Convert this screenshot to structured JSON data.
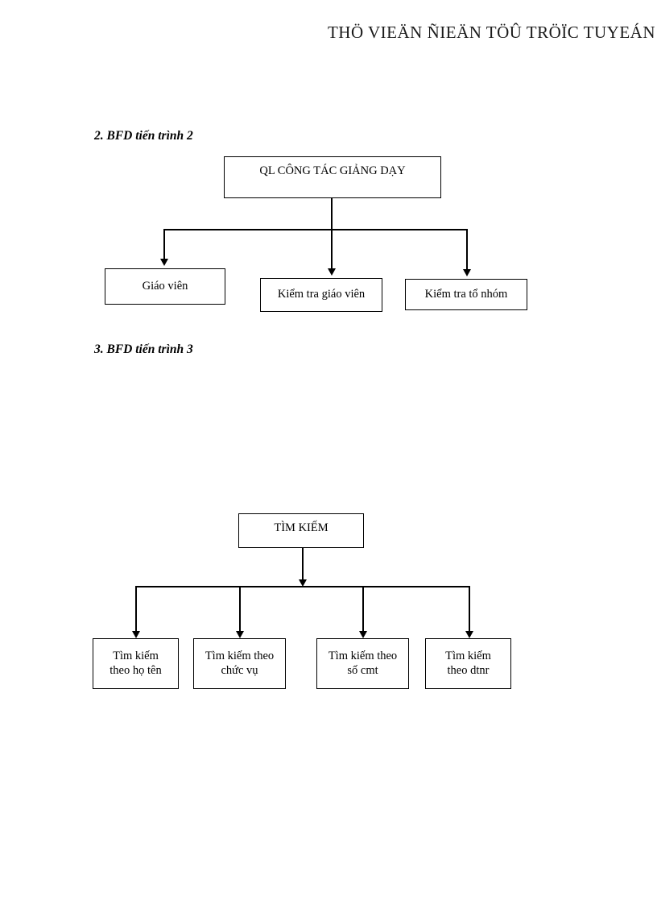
{
  "header": {
    "title": "THÖ VIEÄN ÑIEÄN TÖÛ TRÖÏC TUYEÁN"
  },
  "sections": [
    {
      "id": "section-2",
      "heading": "2. BFD tiến  trình 2",
      "diagram": {
        "root": {
          "label": "QL CÔNG TÁC GIẢNG DẠY"
        },
        "children": [
          {
            "label": "Giáo viên"
          },
          {
            "label": "Kiểm tra giáo viên"
          },
          {
            "label": "Kiểm tra tổ nhóm"
          }
        ]
      }
    },
    {
      "id": "section-3",
      "heading": "3. BFD tiến trình 3",
      "diagram": {
        "root": {
          "label": "TÌM KIẾM"
        },
        "children": [
          {
            "label": "Tìm kiếm\ntheo họ tên"
          },
          {
            "label": "Tìm kiếm theo\nchức vụ"
          },
          {
            "label": "Tìm kiếm theo\nsố cmt"
          },
          {
            "label": "Tìm kiếm\ntheo dtnr"
          }
        ]
      }
    }
  ],
  "colors": {
    "ink": "#000000",
    "paper": "#ffffff"
  }
}
